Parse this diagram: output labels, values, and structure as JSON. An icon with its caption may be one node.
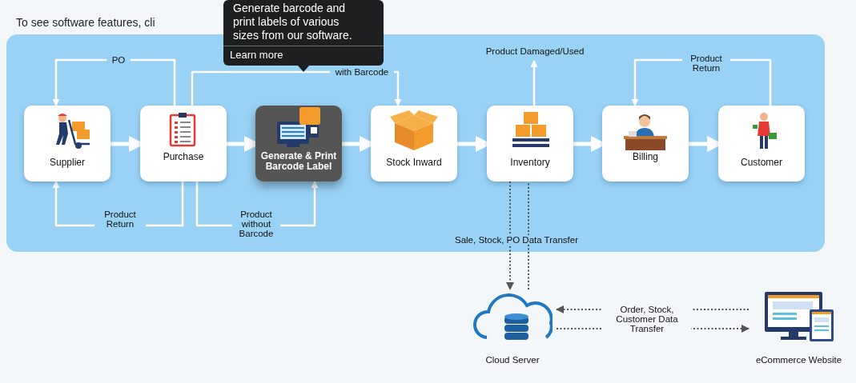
{
  "diagram": {
    "nodes": [
      {
        "text": [
          "Supplier"
        ]
      },
      {
        "text": [
          "Purchase"
        ]
      },
      {
        "text": [
          "Generate & Print Barcode Label"
        ]
      },
      {
        "text": [
          "Stock Inward"
        ]
      },
      {
        "text": [
          "Inventory"
        ]
      },
      {
        "text": [
          "Billing"
        ]
      },
      {
        "text": [
          "Customer"
        ]
      },
      {
        "text": [
          "Cloud Server"
        ]
      },
      {
        "text": [
          "eCommerce Website"
        ]
      },
      {
        "text": [
          "Product Damaged/Used"
        ]
      },
      {
        "text": [
          "Generate barcode and print labels of various sizes from our software.",
          "Learn more"
        ]
      }
    ],
    "edges": [
      {
        "from": 0,
        "to": 1,
        "arrow": "to",
        "style": "thick"
      },
      {
        "from": 1,
        "to": 2,
        "arrow": "to",
        "style": "thick"
      },
      {
        "from": 2,
        "to": 3,
        "arrow": "to",
        "style": "thick"
      },
      {
        "from": 3,
        "to": 4,
        "arrow": "to",
        "style": "thick"
      },
      {
        "from": 4,
        "to": 5,
        "arrow": "to",
        "style": "thick"
      },
      {
        "from": 5,
        "to": 6,
        "arrow": "to",
        "style": "thick"
      },
      {
        "from": 1,
        "to": 0,
        "arrow": "to",
        "label": "PO"
      },
      {
        "from": 1,
        "to": 3,
        "arrow": "to",
        "label": "with Barcode"
      },
      {
        "from": 1,
        "to": 0,
        "arrow": "to",
        "label": "Product Return"
      },
      {
        "from": 1,
        "to": 2,
        "arrow": "to",
        "label": "Product without Barcode"
      },
      {
        "from": 4,
        "to": 9,
        "arrow": "to"
      },
      {
        "from": 6,
        "to": 5,
        "arrow": "to",
        "label": "Product Return"
      },
      {
        "from": 4,
        "to": 7,
        "arrow": "to",
        "label": "Sale, Stock, PO Data Transfer",
        "style": "dashed",
        "color": "#555555"
      },
      {
        "from": 7,
        "to": 4,
        "arrow": "none",
        "style": "dashed",
        "color": "#555555"
      },
      {
        "from": 8,
        "to": 7,
        "arrow": "to",
        "label": "Order, Stock, Customer Data Transfer",
        "style": "dashed",
        "color": "#555555"
      },
      {
        "from": 7,
        "to": 8,
        "arrow": "to",
        "style": "dashed",
        "color": "#555555"
      }
    ],
    "labels": [
      "To see software features, cli"
    ]
  }
}
